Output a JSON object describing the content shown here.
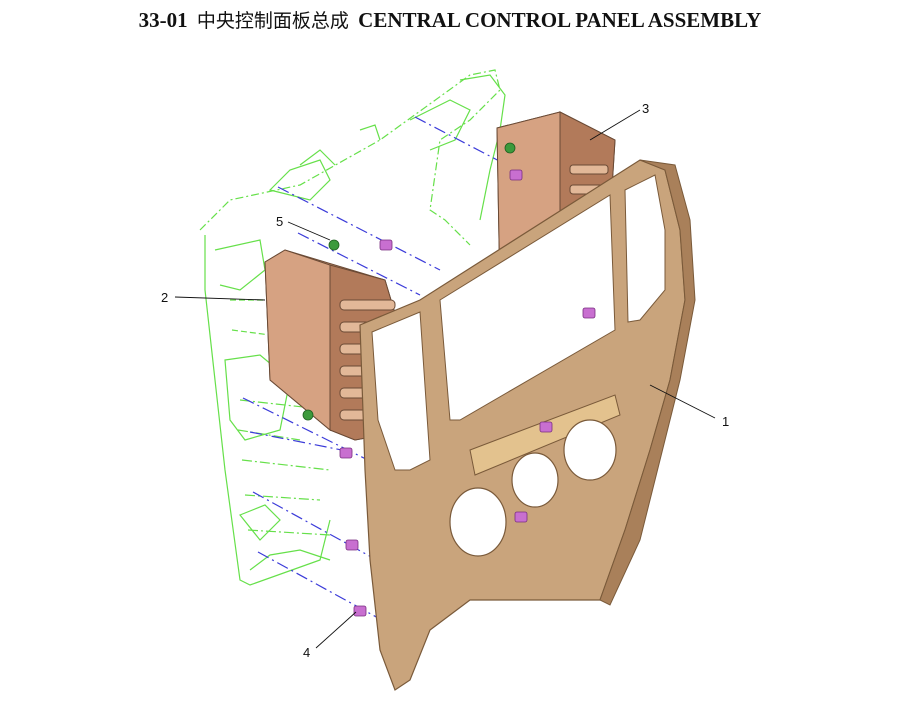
{
  "title": {
    "code": "33-01",
    "zh": "中央控制面板总成",
    "en": "CENTRAL CONTROL PANEL ASSEMBLY"
  },
  "callouts": [
    {
      "label": "1",
      "part": "panel-frame"
    },
    {
      "label": "2",
      "part": "left-air-vent"
    },
    {
      "label": "3",
      "part": "right-air-vent"
    },
    {
      "label": "4",
      "part": "mounting-clip"
    },
    {
      "label": "5",
      "part": "screw"
    }
  ],
  "colors": {
    "panel": "#c9a47c",
    "panel_shade": "#a9805a",
    "vent": "#c8906f",
    "background_outline": "#66e04a",
    "assembly_lines": "#3b3bd9",
    "clip": "#c86fd0"
  }
}
